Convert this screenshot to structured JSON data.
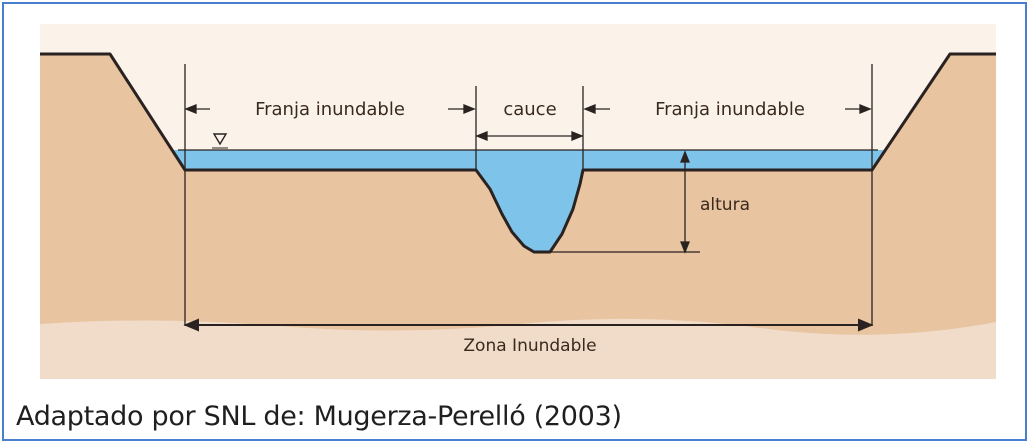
{
  "diagram": {
    "labels": {
      "franja_left": "Franja inundable",
      "cauce": "cauce",
      "franja_right": "Franja inundable",
      "altura": "altura",
      "zona": "Zona Inundable"
    },
    "colors": {
      "soil": "#e8c4a0",
      "soil_light": "#f0dcc8",
      "water": "#7ec3ea",
      "outline": "#2a2220",
      "frame": "#4a7fd0"
    }
  },
  "caption": "Adaptado por SNL de: Mugerza-Perelló (2003)"
}
